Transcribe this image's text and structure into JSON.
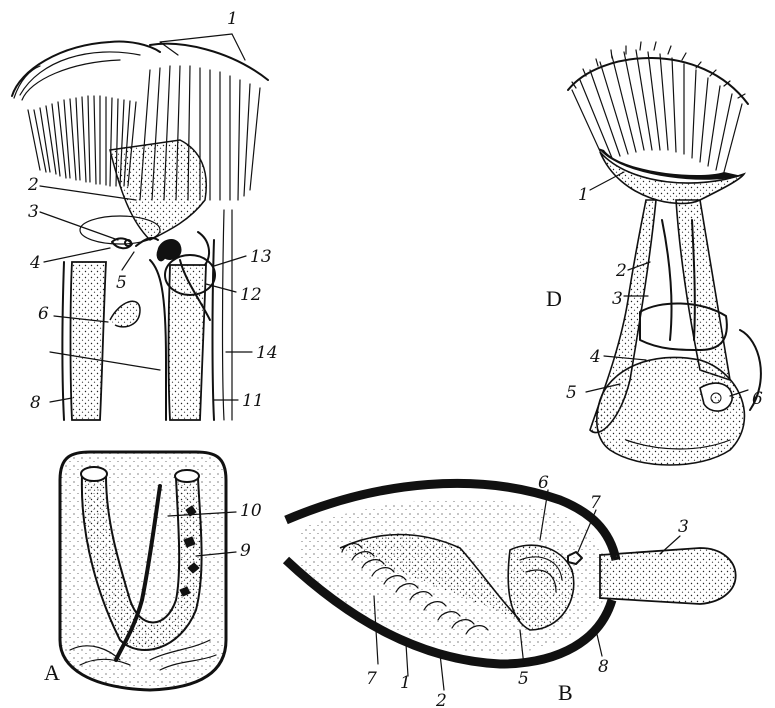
{
  "panels": {
    "A": "A",
    "B": "B",
    "D": "D"
  },
  "labels_A": [
    "1",
    "2",
    "3",
    "4",
    "5",
    "6",
    "8",
    "9",
    "10",
    "11",
    "12",
    "13",
    "14"
  ],
  "labels_B": [
    "1",
    "2",
    "3",
    "5",
    "6",
    "7",
    "7",
    "8"
  ],
  "labels_D": [
    "1",
    "2",
    "3",
    "4",
    "5",
    "6"
  ]
}
